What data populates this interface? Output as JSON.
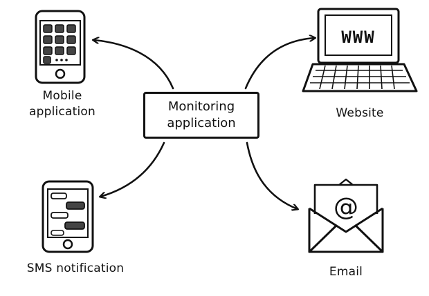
{
  "center": {
    "line1": "Monitoring",
    "line2": "application"
  },
  "nodes": {
    "mobile": {
      "line1": "Mobile",
      "line2": "application",
      "icon": "smartphone-icon"
    },
    "website": {
      "label": "Website",
      "screen_text": "WWW",
      "icon": "laptop-icon"
    },
    "sms": {
      "label": "SMS notification",
      "icon": "sms-phone-icon"
    },
    "email": {
      "label": "Email",
      "glyph": "@",
      "icon": "email-envelope-icon"
    }
  },
  "colors": {
    "ink": "#111111",
    "background": "#ffffff"
  }
}
